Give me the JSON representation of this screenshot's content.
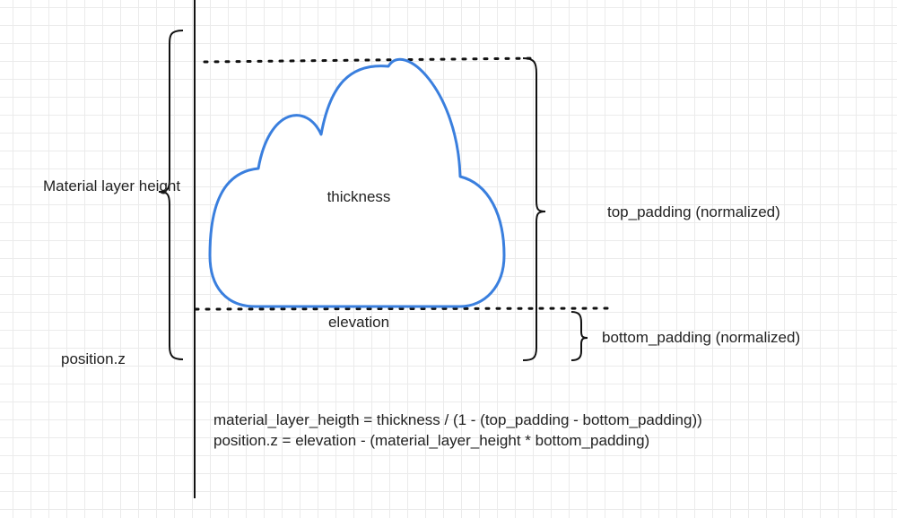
{
  "labels": {
    "material_layer_height": "Material layer height",
    "position_z": "position.z",
    "thickness": "thickness",
    "elevation": "elevation",
    "top_padding": "top_padding (normalized)",
    "bottom_padding": "bottom_padding (normalized)"
  },
  "formulas": {
    "line1": "material_layer_heigth = thickness / (1 - (top_padding - bottom_padding))",
    "line2": "position.z = elevation - (material_layer_height * bottom_padding)"
  },
  "colors": {
    "cloud_stroke": "#3a7fde",
    "line": "#111111",
    "text": "#222222"
  }
}
